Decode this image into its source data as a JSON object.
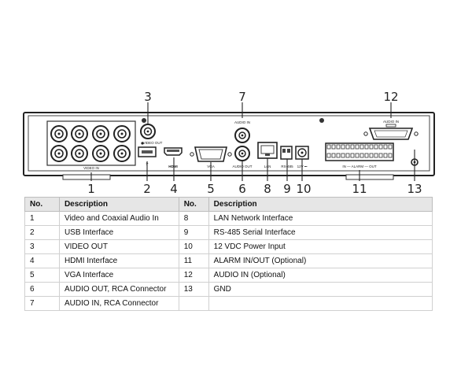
{
  "panel_labels": {
    "video_in": "VIDEO IN",
    "video_out": "VIDEO OUT",
    "hdmi": "HDMI",
    "vga": "VGA",
    "audio_in": "AUDIO IN",
    "audio_out": "AUDIO OUT",
    "lan": "LAN",
    "rs485": "RS-485",
    "power": "12V ⎓",
    "alarm": "IN — ALARM — OUT",
    "audio_in_right": "AUDIO IN"
  },
  "callouts": [
    "1",
    "2",
    "3",
    "4",
    "5",
    "6",
    "7",
    "8",
    "9",
    "10",
    "11",
    "12",
    "13"
  ],
  "table": {
    "headers": [
      "No.",
      "Description",
      "No.",
      "Description"
    ],
    "rows": [
      {
        "no1": "1",
        "desc1": "Video and Coaxial Audio In",
        "no2": "8",
        "desc2": "LAN Network Interface"
      },
      {
        "no1": "2",
        "desc1": "USB Interface",
        "no2": "9",
        "desc2": "RS-485 Serial Interface"
      },
      {
        "no1": "3",
        "desc1": "VIDEO OUT",
        "no2": "10",
        "desc2": "12 VDC Power Input"
      },
      {
        "no1": "4",
        "desc1": "HDMI Interface",
        "no2": "11",
        "desc2": "ALARM IN/OUT (Optional)"
      },
      {
        "no1": "5",
        "desc1": "VGA Interface",
        "no2": "12",
        "desc2": "AUDIO IN (Optional)"
      },
      {
        "no1": "6",
        "desc1": "AUDIO OUT, RCA Connector",
        "no2": "13",
        "desc2": "GND"
      },
      {
        "no1": "7",
        "desc1": "AUDIO IN, RCA Connector",
        "no2": "",
        "desc2": ""
      }
    ]
  }
}
